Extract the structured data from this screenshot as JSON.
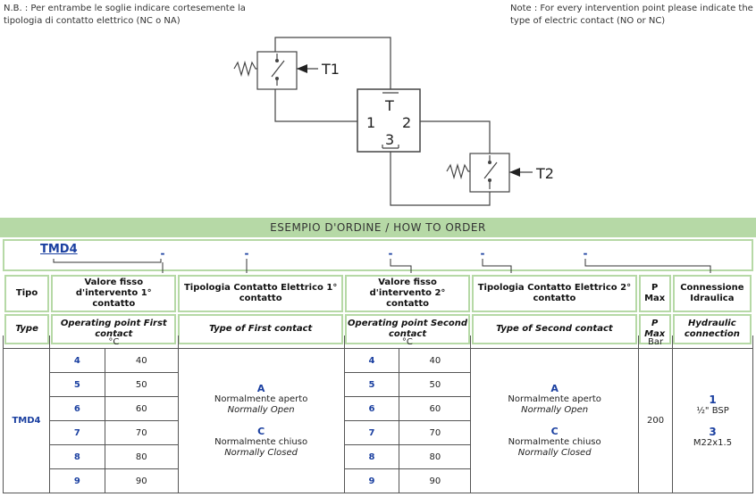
{
  "notes": {
    "italian": "N.B. : Per entrambe le soglie indicare cortesemente la tipologia di contatto elettrico (NC o NA)",
    "english": "Note : For every intervention point please indicate the type of electric contact (NO or NC)"
  },
  "diagram": {
    "label_t1": "T1",
    "label_t2": "T2",
    "port_t": "T",
    "port_1": "1",
    "port_2": "2",
    "port_3": "3"
  },
  "banner": "ESEMPIO D'ORDINE / HOW TO ORDER",
  "order": {
    "model": "TMD4",
    "slots": [
      "-",
      "-",
      "-",
      "-",
      "-"
    ]
  },
  "header_it": {
    "tipo": "Tipo",
    "valore1": "Valore fisso d'intervento 1° contatto",
    "tipologia1": "Tipologia Contatto Elettrico 1° contatto",
    "valore2": "Valore fisso d'intervento 2° contatto",
    "tipologia2": "Tipologia Contatto Elettrico 2° contatto",
    "pmax": "P Max",
    "connessione": "Connessione Idraulica"
  },
  "header_en": {
    "type": "Type",
    "op1": "Operating point First contact",
    "toc1": "Type of First contact",
    "op2": "Operating point Second contact",
    "toc2": "Type of Second contact",
    "pmax": "P Max",
    "conn": "Hydraulic connection"
  },
  "units": {
    "temp1": "°C",
    "temp2": "°C",
    "pressure": "Bar"
  },
  "model_cell": "TMD4",
  "points": [
    {
      "code": "4",
      "value": "40"
    },
    {
      "code": "5",
      "value": "50"
    },
    {
      "code": "6",
      "value": "60"
    },
    {
      "code": "7",
      "value": "70"
    },
    {
      "code": "8",
      "value": "80"
    },
    {
      "code": "9",
      "value": "90"
    }
  ],
  "contacts": {
    "a_code": "A",
    "a_it": "Normalmente aperto",
    "a_en": "Normally Open",
    "c_code": "C",
    "c_it": "Normalmente chiuso",
    "c_en": "Normally Closed"
  },
  "pmax_value": "200",
  "connections": {
    "c1_code": "1",
    "c1_name": "½\" BSP",
    "c3_code": "3",
    "c3_name": "M22x1.5"
  }
}
